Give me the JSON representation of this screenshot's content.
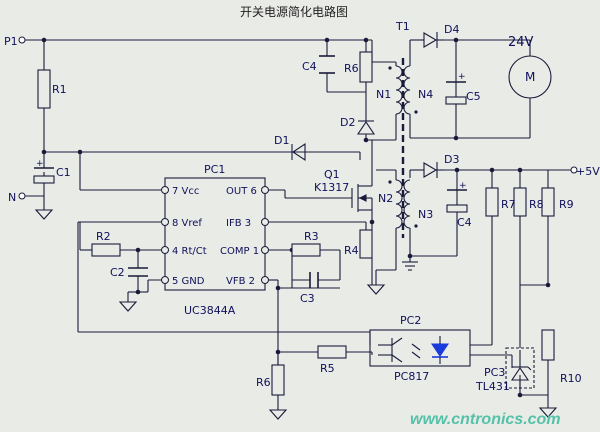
{
  "title": "开关电源简化电路图",
  "labels": {
    "P1": "P1",
    "N": "N",
    "R1": "R1",
    "C1": "C1",
    "T1": "T1",
    "D4": "D4",
    "V24": "24V",
    "C4_top": "C4",
    "R6_top": "R6",
    "N1": "N1",
    "N4": "N4",
    "C5": "C5",
    "M": "M",
    "D2": "D2",
    "D1": "D1",
    "PC1": "PC1",
    "Q1": "Q1",
    "K1317": "K1317",
    "D3": "D3",
    "V5": "+5V",
    "N2": "N2",
    "N3": "N3",
    "C4_out": "C4",
    "R7": "R7",
    "R8": "R8",
    "R9": "R9",
    "R4": "R4",
    "R2": "R2",
    "C2": "C2",
    "R3": "R3",
    "C3": "C3",
    "UC3844A": "UC3844A",
    "PC2": "PC2",
    "PC817": "PC817",
    "R6_bot": "R6",
    "R5": "R5",
    "PC3": "PC3",
    "TL431": "TL431",
    "R10": "R10"
  },
  "ic_pins": {
    "vcc": "7 Vcc",
    "vref": "8 Vref",
    "rtct": "4 Rt/Ct",
    "gnd": "5 GND",
    "out": "OUT 6",
    "ifb": "IFB 3",
    "comp": "COMP 1",
    "vfb": "VFB 2"
  },
  "watermark": "www.cntronics.com",
  "colors": {
    "wire": "#1a1a3a",
    "background": "#e9ebe7",
    "watermark": "#55c1a8",
    "text": "#10105a"
  }
}
